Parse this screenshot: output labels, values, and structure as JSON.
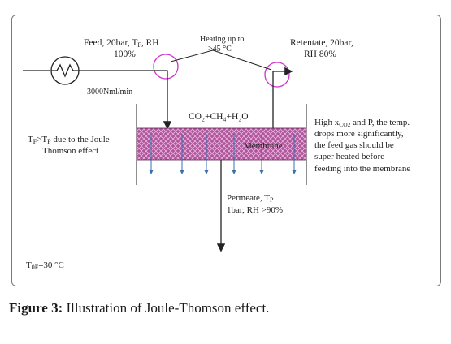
{
  "diagram": {
    "feed": {
      "line1": "Feed, 20bar, T",
      "sub": "F",
      "line1_end": ", RH",
      "line2": "100%"
    },
    "heating": {
      "line1": "Heating up to",
      "line2": ">45 °C"
    },
    "retentate": {
      "line1": "Retentate, 20bar,",
      "line2": "RH 80%"
    },
    "flow": "3000Nml/min",
    "gas_mix": "CO₂+CH₄+H₂O",
    "membrane_label": "Membrane",
    "joule_thomson": {
      "line1_a": "T",
      "line1_sub_a": "F",
      "line1_b": ">T",
      "line1_sub_b": "P",
      "line1_c": " due to the Joule-",
      "line2": "Thomson effect"
    },
    "note": {
      "line1_a": "High x",
      "line1_sub": "CO2",
      "line1_b": " and P, the temp.",
      "line2": "drops more significantly,",
      "line3": "the feed gas should be",
      "line4": "super heated before",
      "line5": "feeding into the membrane"
    },
    "permeate": {
      "line1_a": "Permeate, T",
      "line1_sub": "P",
      "line2": "1bar, RH >90%"
    },
    "bottom_temp": {
      "a": "T",
      "sub": "0F",
      "b": "=30 °C"
    }
  },
  "caption": {
    "label": "Figure 3:",
    "text": " Illustration of Joule-Thomson effect."
  },
  "colors": {
    "line": "#222222",
    "magenta": "#cc33cc",
    "membrane_fill": "#b0549c",
    "arrow_blue": "#3a6fb0"
  }
}
